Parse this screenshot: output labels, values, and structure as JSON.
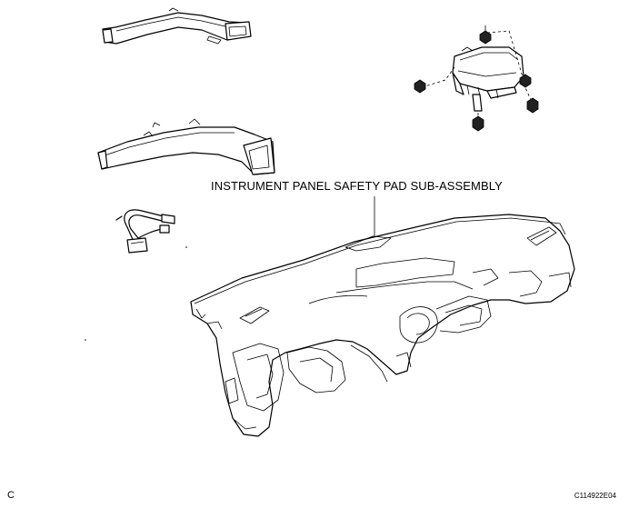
{
  "diagram": {
    "callout_label": "INSTRUMENT PANEL SAFETY PAD SUB-ASSEMBLY",
    "corner_letter": "C",
    "figure_code": "C114922E04"
  },
  "parts": [
    {
      "icon": "upper-air-duct-icon"
    },
    {
      "icon": "lower-air-duct-icon"
    },
    {
      "icon": "wire-harness-icon"
    },
    {
      "icon": "airbag-assembly-icon"
    },
    {
      "icon": "instrument-panel-icon"
    }
  ]
}
